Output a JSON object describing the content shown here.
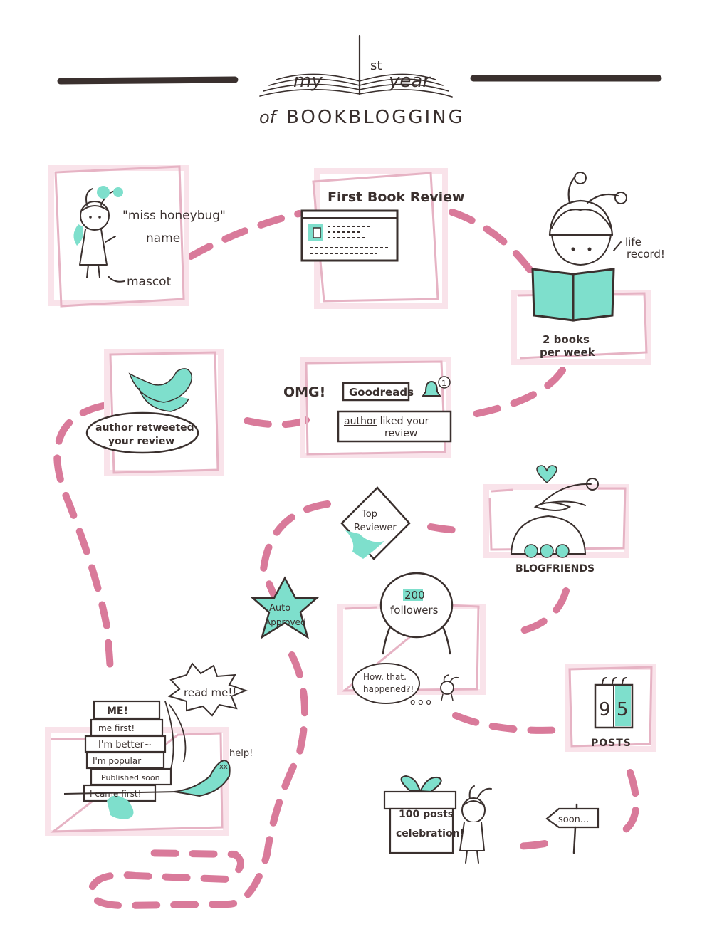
{
  "title": {
    "line1_my": "my",
    "line1_first": "1",
    "line1_st": "st",
    "line1_year": "year",
    "line2_of": "of",
    "line2_main": "BOOKBLOGGING"
  },
  "milestones": {
    "mascot": {
      "quote": "\"miss honeybug\"",
      "name": "name",
      "label": "mascot"
    },
    "first_review": {
      "title": "First Book Review"
    },
    "reading": {
      "note_line1": "life",
      "note_line2": "record!",
      "caption_line1": "2 books",
      "caption_line2": "per week"
    },
    "twitter": {
      "bubble_line1": "author retweeted",
      "bubble_line2": "your review"
    },
    "goodreads": {
      "exclaim": "OMG!",
      "button": "Goodreads",
      "notify_count": "1",
      "msg_word": "author",
      "msg_rest": " liked your",
      "msg_line2": "review"
    },
    "top_reviewer": {
      "line1": "Top",
      "line2": "Reviewer"
    },
    "blogfriends": {
      "label": "BLOGFRIENDS"
    },
    "auto_approved": {
      "line1": "Auto",
      "line2": "Approved"
    },
    "followers": {
      "number": "200",
      "label": "followers",
      "bubble_line1": "How. that.",
      "bubble_line2": "happened?!",
      "dots": "o o o"
    },
    "posts": {
      "digit1": "9",
      "digit2": "5",
      "label": "POSTS"
    },
    "books_stack": {
      "shout": "read me!!",
      "help": "help!",
      "books": [
        "ME!",
        "me first!",
        "I'm better~",
        "I'm popular",
        "Published soon",
        "I came first!"
      ]
    },
    "celebration": {
      "line1": "100 posts",
      "line2": "celebration!",
      "sign": "soon..."
    }
  },
  "colors": {
    "ink": "#3a302e",
    "mint": "#7edfcc",
    "pink_path": "#d97a9a",
    "frame_pink": "#e6b3c4",
    "frame_shadow": "#f9e3ea"
  }
}
